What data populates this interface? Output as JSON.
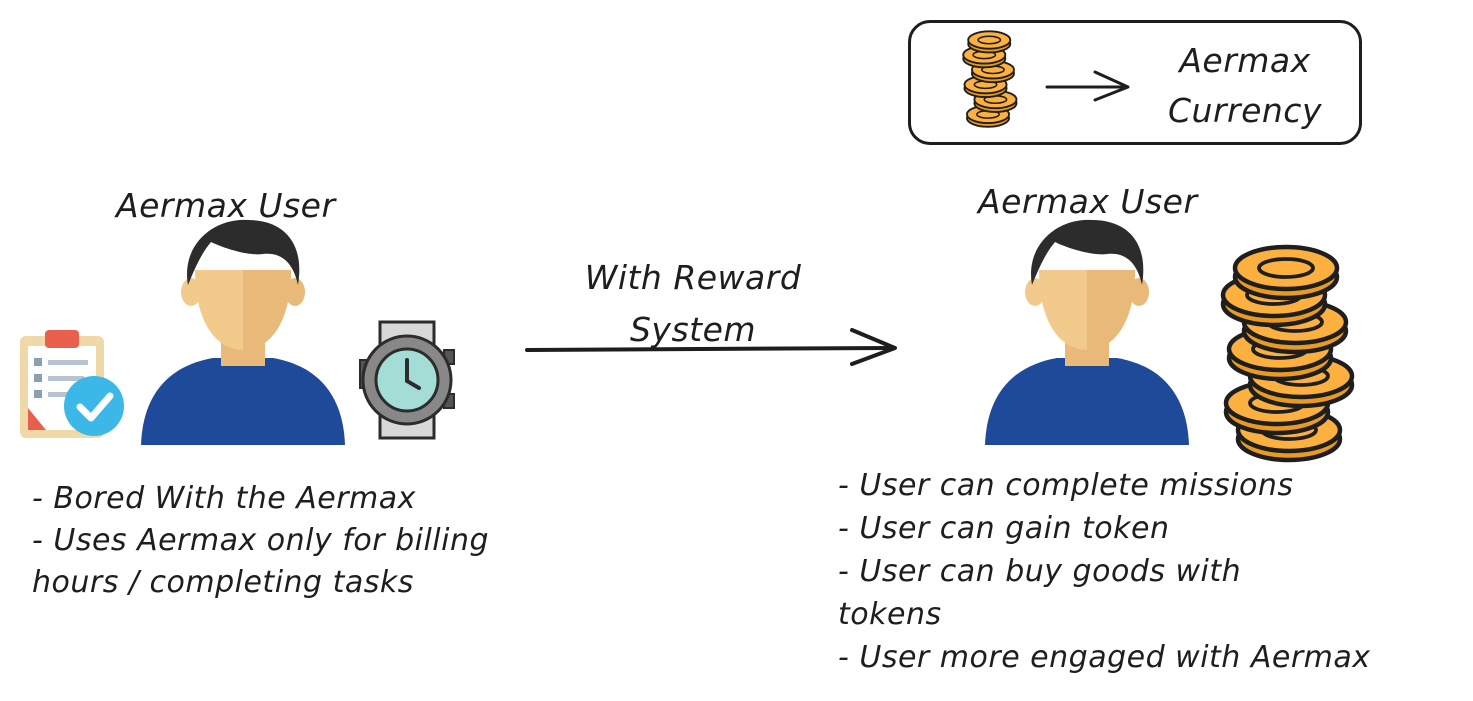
{
  "legend": {
    "label": "Aermax Currency"
  },
  "left_panel": {
    "heading": "Aermax User",
    "bullets": [
      "- Bored With the Aermax",
      "- Uses Aermax only for billing",
      "hours / completing tasks"
    ]
  },
  "transition": {
    "label": "With Reward System"
  },
  "right_panel": {
    "heading": "Aermax User",
    "bullets": [
      "- User can complete missions",
      "- User can gain token",
      "- User can buy goods with",
      "tokens",
      "- User more engaged with Aermax"
    ]
  },
  "colors": {
    "ink": "#1e1e1e",
    "skin": "#f2cb8c",
    "skin_shade": "#e8b978",
    "hair": "#2c2c2c",
    "shirt": "#1f4a9a",
    "coin": "#fbb040",
    "coin_dark": "#e89a22",
    "clipboard": "#f0d8a8",
    "check_badge": "#3bb7e8",
    "clock_face": "#a3ddd6"
  }
}
